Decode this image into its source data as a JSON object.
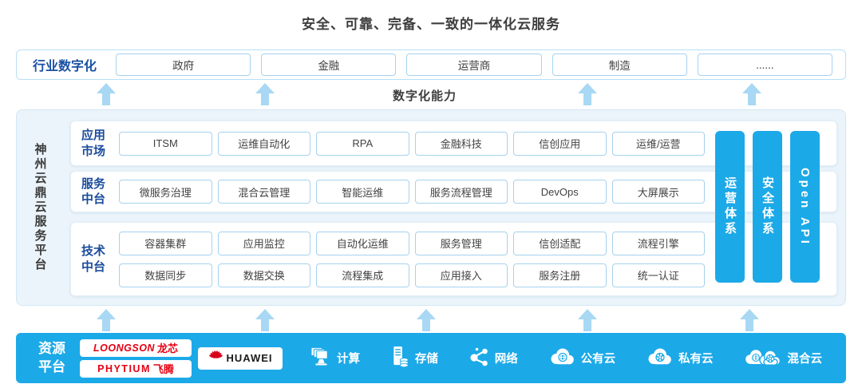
{
  "title": "安全、可靠、完备、一致的一体化云服务",
  "industry": {
    "label": "行业数字化",
    "items": [
      "政府",
      "金融",
      "运营商",
      "制造",
      "......"
    ]
  },
  "capability_label": "数字化能力",
  "platform": {
    "name": "神州云鼎云服务平台",
    "sections": [
      {
        "label": "应用市场",
        "rows": [
          [
            "ITSM",
            "运维自动化",
            "RPA",
            "金融科技",
            "信创应用",
            "运维/运营"
          ]
        ]
      },
      {
        "label": "服务中台",
        "rows": [
          [
            "微服务治理",
            "混合云管理",
            "智能运维",
            "服务流程管理",
            "DevOps",
            "大屏展示"
          ]
        ]
      },
      {
        "label": "技术中台",
        "rows": [
          [
            "容器集群",
            "应用监控",
            "自动化运维",
            "服务管理",
            "信创适配",
            "流程引擎"
          ],
          [
            "数据同步",
            "数据交换",
            "流程集成",
            "应用接入",
            "服务注册",
            "统一认证"
          ]
        ]
      }
    ],
    "pillars": [
      "运营体系",
      "安全体系",
      "Open API"
    ]
  },
  "resources": {
    "label": "资源平台",
    "vendors": {
      "loongson": {
        "brand": "LOONGSON",
        "cn": "龙芯"
      },
      "phytium": {
        "brand": "PHYTIUM",
        "cn": "飞腾"
      },
      "huawei": {
        "brand": "HUAWEI"
      }
    },
    "items": [
      {
        "icon": "compute-icon",
        "label": "计算"
      },
      {
        "icon": "storage-icon",
        "label": "存储"
      },
      {
        "icon": "network-icon",
        "label": "网络"
      },
      {
        "icon": "public-cloud-icon",
        "label": "公有云"
      },
      {
        "icon": "private-cloud-icon",
        "label": "私有云"
      },
      {
        "icon": "hybrid-cloud-icon",
        "label": "混合云"
      }
    ]
  },
  "colors": {
    "accent_blue": "#1ca9e8",
    "arrow_blue": "#a8d8f3",
    "deep_label_blue": "#1a51a2",
    "brand_red": "#e60012",
    "dark_text": "#3d3d3d"
  }
}
